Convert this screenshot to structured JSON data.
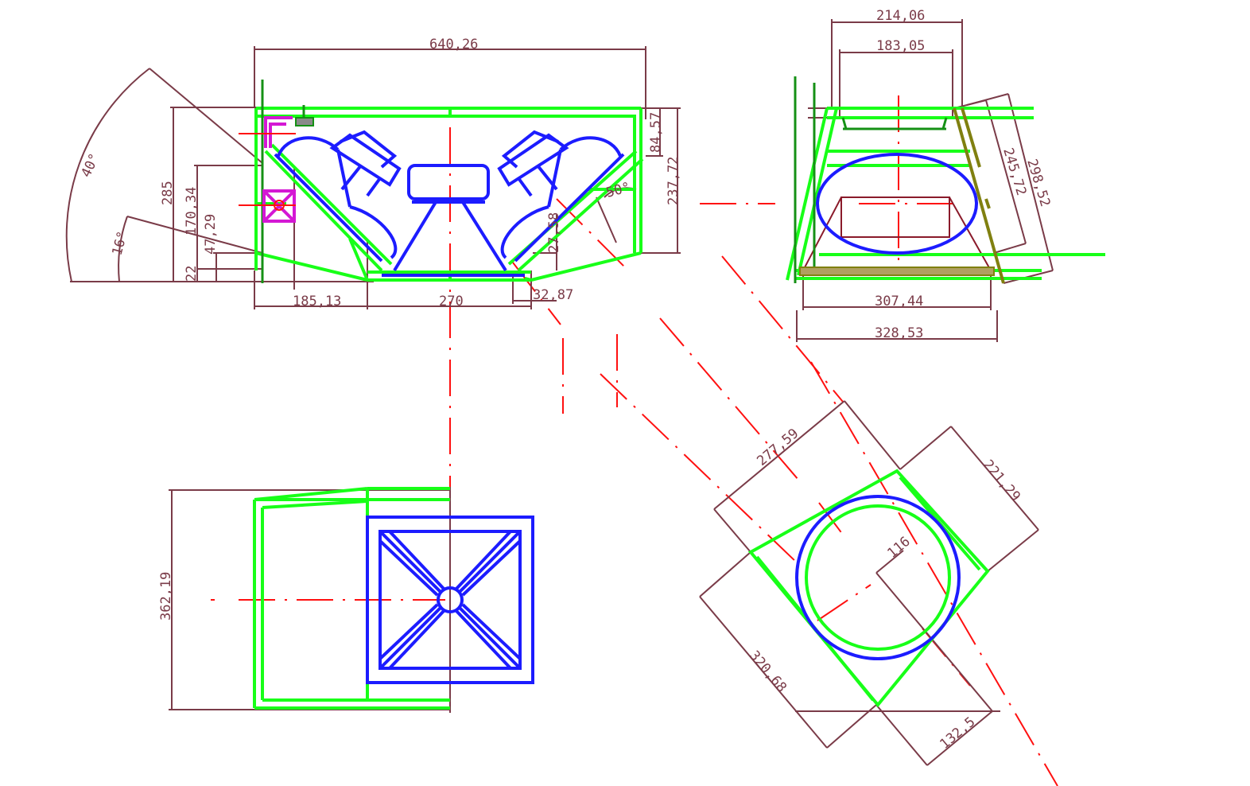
{
  "colors": {
    "dimension": "#7a3b48",
    "panel": "#18ff18",
    "panel_dark": "#159015",
    "driver": "#1c1cff",
    "centerline": "#ff1010",
    "bracket": "#d418d4",
    "olive": "#808010",
    "brown": "#8a1a2a"
  },
  "side_view": {
    "dim_width": "640,26",
    "dim_height": "285",
    "dim_170": "170,34",
    "dim_47": "47,29",
    "dim_22": "22",
    "dim_84": "84,57",
    "dim_237": "237,72",
    "dim_185": "185,13",
    "dim_270": "270",
    "dim_32": "32,87",
    "dim_27": "27,58",
    "angle_40": "40°",
    "angle_16": "16°",
    "angle_50": "50°"
  },
  "front_view": {
    "dim_214": "214,06",
    "dim_183": "183,05",
    "dim_307": "307,44",
    "dim_328": "328,53",
    "dim_245": "245,72",
    "dim_298": "298,52"
  },
  "top_view": {
    "dim_362": "362,19"
  },
  "tilted_view": {
    "dim_277": "277,59",
    "dim_221": "221,29",
    "dim_116": "116",
    "dim_320": "320,68",
    "dim_132": "132,5"
  }
}
